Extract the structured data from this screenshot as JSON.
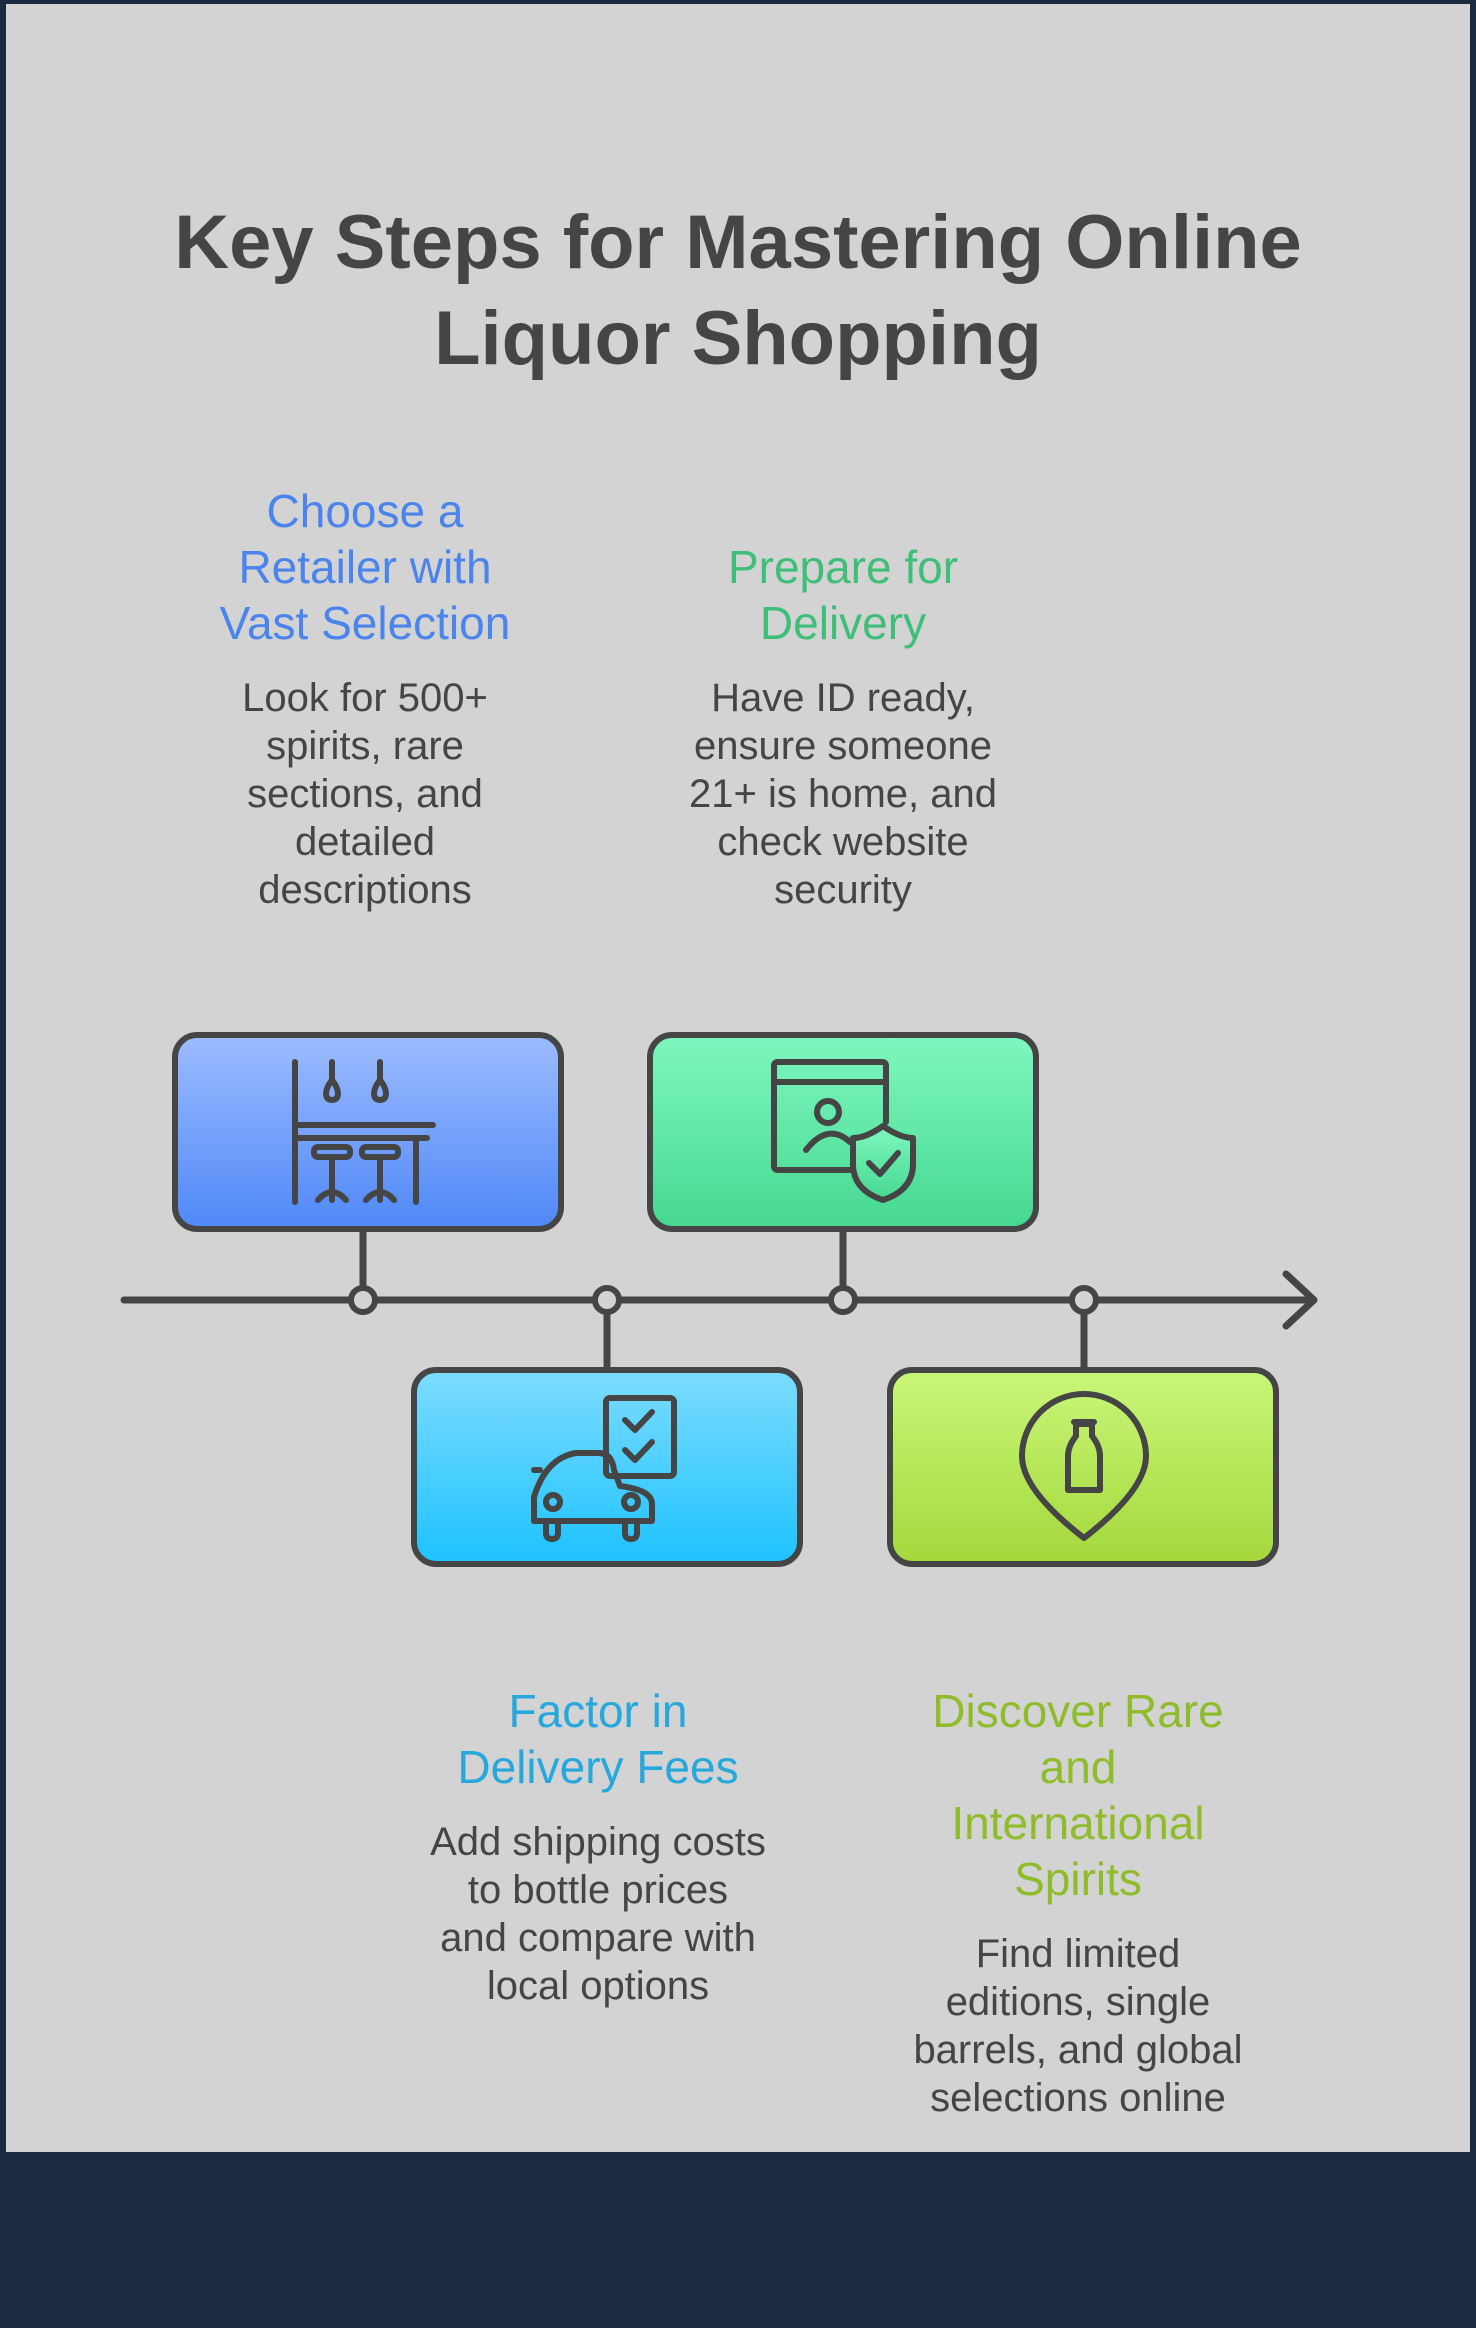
{
  "title": {
    "line1": "Key Steps for Mastering Online",
    "line2": "Liquor Shopping"
  },
  "steps": [
    {
      "heading": [
        "Choose a",
        "Retailer with",
        "Vast Selection"
      ],
      "description": [
        "Look for 500+",
        "spirits, rare",
        "sections, and",
        "detailed",
        "descriptions"
      ],
      "icon": "bar-stools-icon",
      "color": "#4a84ec"
    },
    {
      "heading": [
        "Factor in",
        "Delivery Fees"
      ],
      "description": [
        "Add shipping costs",
        "to bottle prices",
        "and compare with",
        "local options"
      ],
      "icon": "delivery-checklist-icon",
      "color": "#26a8dc"
    },
    {
      "heading": [
        "Prepare for",
        "Delivery"
      ],
      "description": [
        "Have ID ready,",
        "ensure someone",
        "21+ is home, and",
        "check website",
        "security"
      ],
      "icon": "secure-id-icon",
      "color": "#3fbe7a"
    },
    {
      "heading": [
        "Discover Rare",
        "and",
        "International",
        "Spirits"
      ],
      "description": [
        "Find limited",
        "editions, single",
        "barrels, and global",
        "selections online"
      ],
      "icon": "bottle-location-icon",
      "color": "#8fbc2a"
    }
  ]
}
